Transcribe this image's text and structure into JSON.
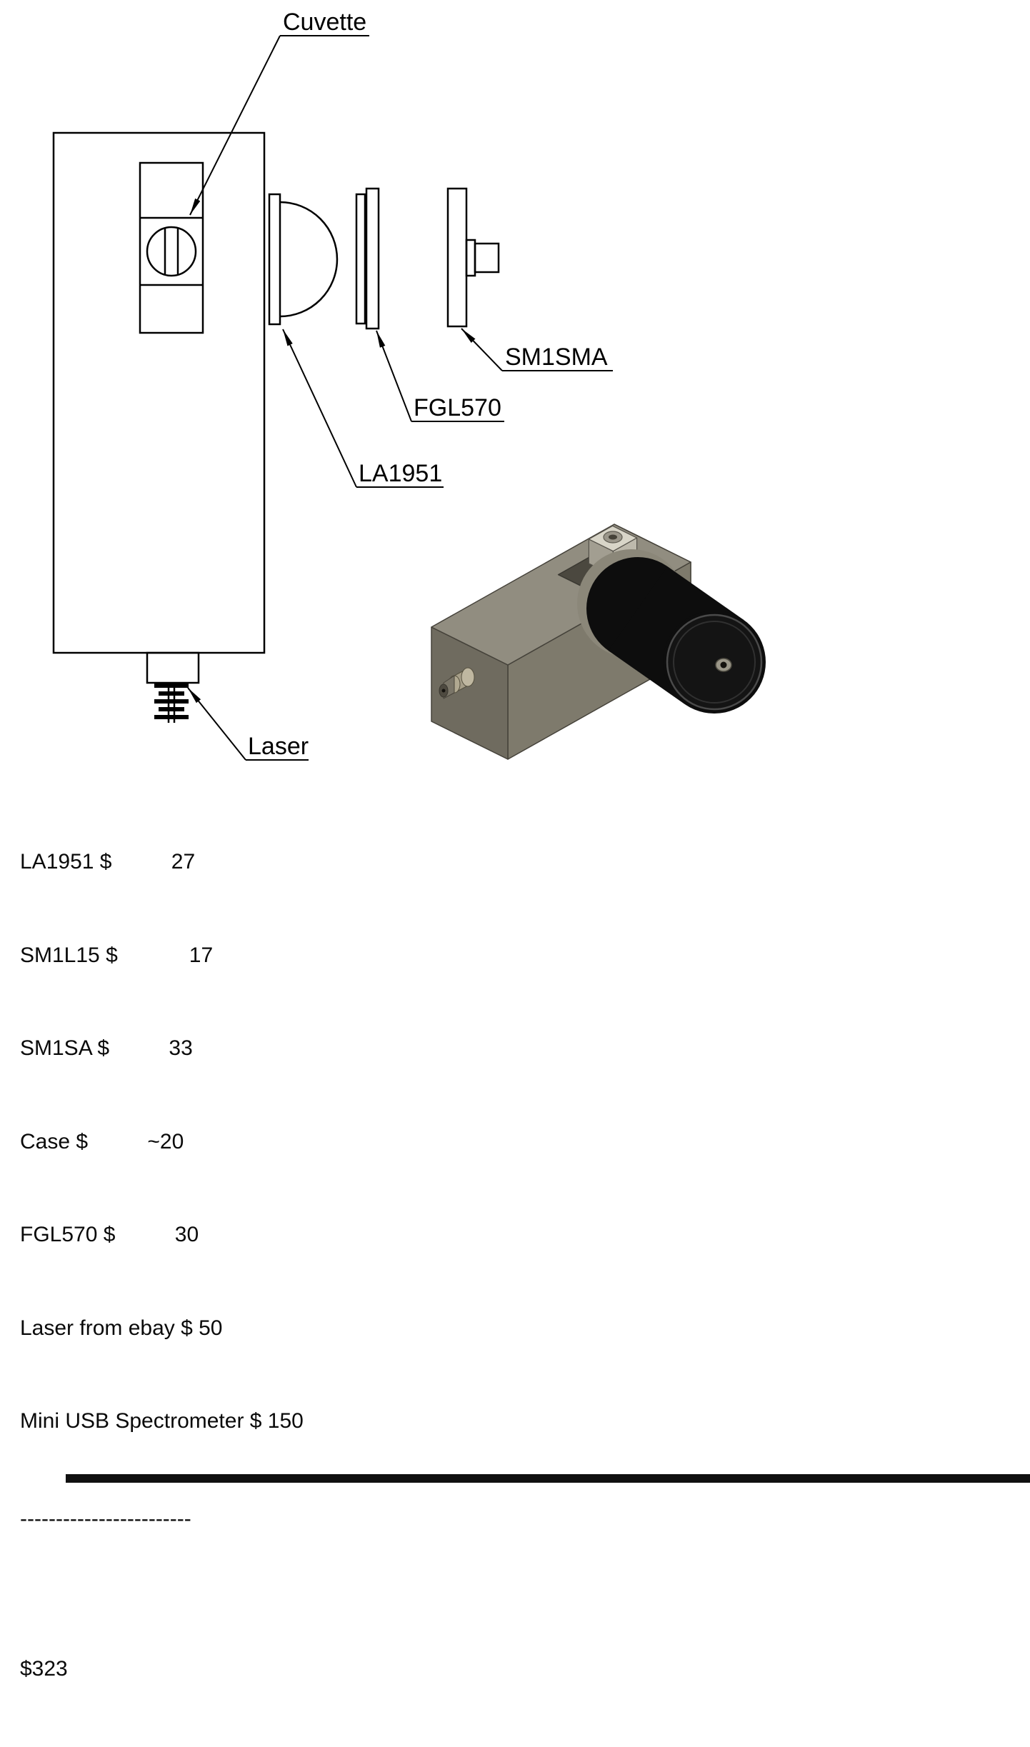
{
  "diagram": {
    "labels": {
      "cuvette": "Cuvette",
      "sm1sma": "SM1SMA",
      "fgl570": "FGL570",
      "la1951": "LA1951",
      "laser": "Laser"
    }
  },
  "parts_list": {
    "lines": [
      "LA1951 $          27",
      "SM1L15 $            17",
      "SM1SA $          33",
      "Case $          ~20",
      "FGL570 $          30",
      "Laser from ebay $ 50",
      "Mini USB Spectrometer $ 150"
    ],
    "separator": "------------------------",
    "total": "$323"
  },
  "colors": {
    "drawing_line": "#000000",
    "case_top": "#918d80",
    "case_front": "#7e7a6c",
    "case_end": "#6f6b5f",
    "detector_black": "#0d0d0d"
  }
}
